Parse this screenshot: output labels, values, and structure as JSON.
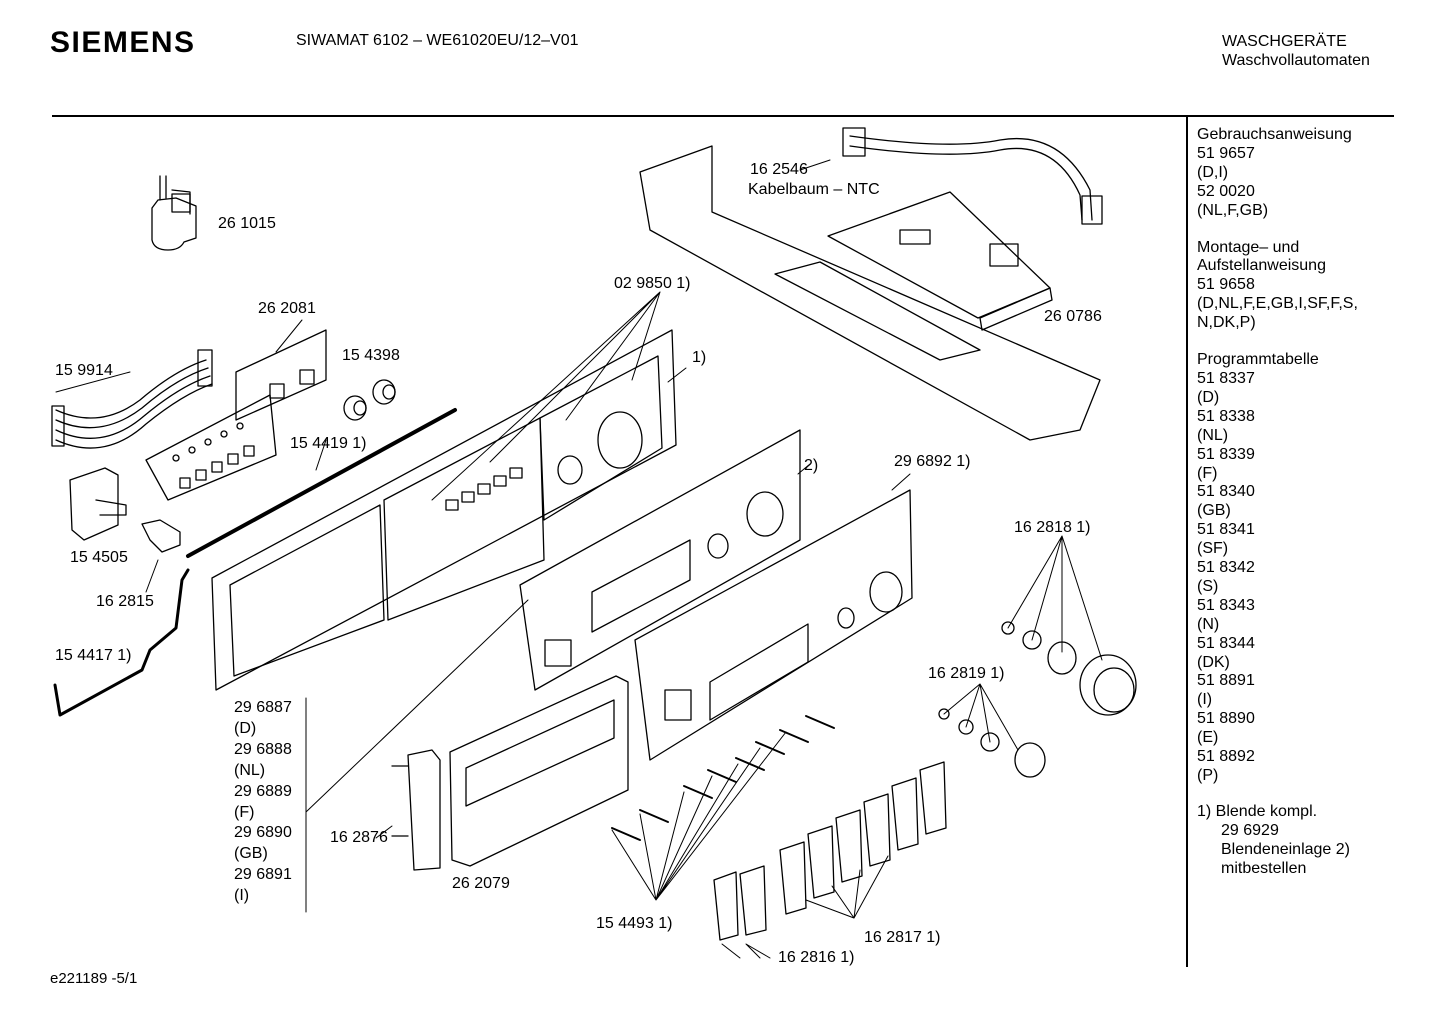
{
  "header": {
    "brand": "SIEMENS",
    "model": "SIWAMAT 6102 – WE61020EU/12–V01",
    "category_line1": "WASCHGERÄTE",
    "category_line2": "Waschvollautomaten"
  },
  "sidebar": {
    "blocks": [
      {
        "lines": [
          "Gebrauchsanweisung",
          "51 9657",
          "(D,I)",
          "52 0020",
          "(NL,F,GB)"
        ]
      },
      {
        "lines": [
          "Montage– und",
          "Aufstellanweisung",
          "51 9658",
          "(D,NL,F,E,GB,I,SF,F,S,",
          "N,DK,P)"
        ]
      },
      {
        "lines": [
          "Programmtabelle",
          "51 8337",
          "(D)",
          "51 8338",
          "(NL)",
          "51 8339",
          "(F)",
          "51 8340",
          "(GB)",
          "51 8341",
          "(SF)",
          "51 8342",
          "(S)",
          "51 8343",
          "(N)",
          "51 8344",
          "(DK)",
          "51 8891",
          "(I)",
          "51 8890",
          "(E)",
          "51 8892",
          "(P)"
        ]
      }
    ],
    "footnote": [
      "1) Blende kompl.",
      "29 6929",
      "Blendeneinlage 2)",
      "mitbestellen"
    ]
  },
  "parts": {
    "p261015": "26 1015",
    "p162546": "16 2546",
    "kabelbaum": "Kabelbaum – NTC",
    "p262081": "26 2081",
    "p029850": "02 9850 1)",
    "p159914": "15 9914",
    "p154398": "15 4398",
    "note1": "1)",
    "p260786": "26 0786",
    "p154419": "15 4419 1)",
    "note2": "2)",
    "p296892": "29 6892 1)",
    "p154505": "15 4505",
    "p162815": "16 2815",
    "p162818": "16 2818 1)",
    "p154417": "15 4417 1)",
    "p162819": "16 2819 1)",
    "p162876": "16 2876",
    "p262079": "26 2079",
    "p154493": "15 4493 1)",
    "p162817": "16 2817 1)",
    "p162816": "16 2816 1)"
  },
  "variants": [
    "29 6887",
    "(D)",
    "29 6888",
    "(NL)",
    "29 6889",
    "(F)",
    "29 6890",
    "(GB)",
    "29 6891",
    "(I)"
  ],
  "doc_id": "e221189 -5/1"
}
